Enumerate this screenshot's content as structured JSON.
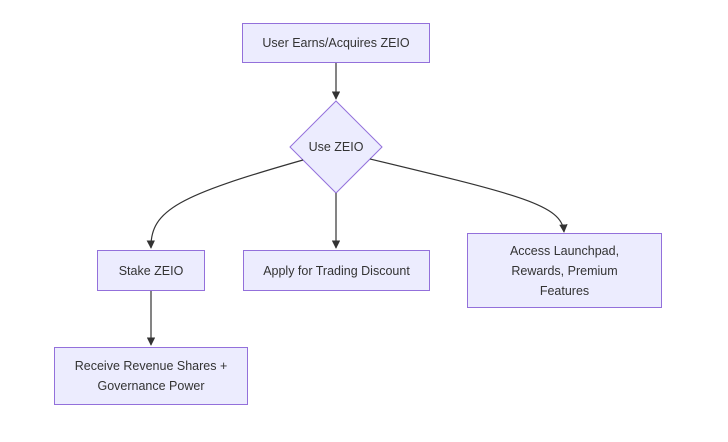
{
  "diagram": {
    "type": "flowchart",
    "direction": "top-down",
    "nodes": {
      "user_earns": {
        "label": "User Earns/Acquires ZEIO",
        "shape": "rectangle"
      },
      "use_zeio": {
        "label": "Use ZEIO",
        "shape": "diamond"
      },
      "stake_zeio": {
        "label": "Stake ZEIO",
        "shape": "rectangle"
      },
      "apply_discount": {
        "label": "Apply for Trading Discount",
        "shape": "rectangle"
      },
      "access_launchpad": {
        "label": "Access Launchpad,\nRewards, Premium\nFeatures",
        "shape": "rectangle"
      },
      "receive_revenue": {
        "label": "Receive Revenue Shares +\nGovernance Power",
        "shape": "rectangle"
      }
    },
    "edges": [
      {
        "from": "user_earns",
        "to": "use_zeio"
      },
      {
        "from": "use_zeio",
        "to": "stake_zeio"
      },
      {
        "from": "use_zeio",
        "to": "apply_discount"
      },
      {
        "from": "use_zeio",
        "to": "access_launchpad"
      },
      {
        "from": "stake_zeio",
        "to": "receive_revenue"
      }
    ],
    "colors": {
      "node_fill": "#ececfe",
      "node_border": "#9370db",
      "edge": "#333333",
      "text": "#333333"
    }
  }
}
